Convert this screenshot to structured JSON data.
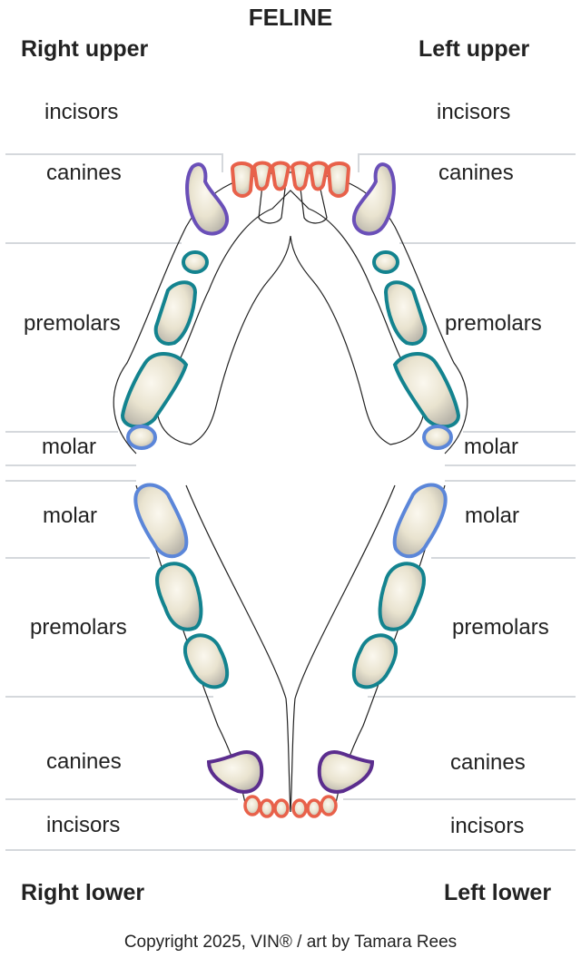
{
  "title": "FELINE",
  "quadrants": {
    "right_upper": "Right upper",
    "left_upper": "Left upper",
    "right_lower": "Right lower",
    "left_lower": "Left lower"
  },
  "upper_labels": {
    "incisors": "incisors",
    "canines": "canines",
    "premolars": "premolars",
    "molar": "molar"
  },
  "lower_labels": {
    "molar": "molar",
    "premolars": "premolars",
    "canines": "canines",
    "incisors": "incisors"
  },
  "copyright": "Copyright 2025, VIN® / art by Tamara Rees",
  "colors": {
    "incisor": "#e8614a",
    "canine_upper": "#6a4fb8",
    "canine_lower": "#5b2d8e",
    "premolar": "#13838f",
    "molar": "#5b86d9",
    "divider": "#d5d8dc",
    "tooth_fill": "#ece6d3"
  }
}
